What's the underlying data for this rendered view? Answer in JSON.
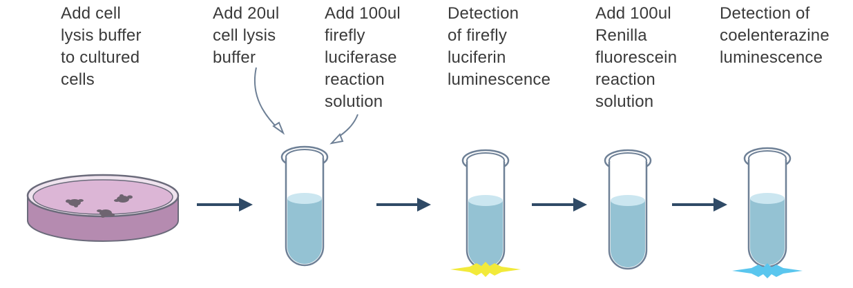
{
  "steps": [
    {
      "id": "lysis",
      "text": "Add cell\nlysis buffer\nto cultured\ncells"
    },
    {
      "id": "buffer20",
      "text": "Add 20ul\ncell lysis\nbuffer"
    },
    {
      "id": "firefly-solution",
      "text": "Add 100ul\nfirefly\nluciferase\nreaction\nsolution"
    },
    {
      "id": "firefly-detect",
      "text": "Detection\nof firefly\nluciferin\nluminescence"
    },
    {
      "id": "renilla-solution",
      "text": "Add 100ul\nRenilla\nfluorescein\nreaction\nsolution"
    },
    {
      "id": "coel-detect",
      "text": "Detection of\ncoelenterazine\nluminescence"
    }
  ],
  "colors": {
    "text": "#3a3a3a",
    "arrow": "#2f4a66",
    "dish_outline": "#6a6a7a",
    "dish_body": "#b58bb0",
    "dish_medium": "#dcb6d6",
    "tube_outline": "#6e8096",
    "liquid": "#94c2d3",
    "liquid_top": "#cbe6f0",
    "firefly_glow": "#f2ea3a",
    "renilla_glow": "#5ac6ee",
    "cells": "#6e6470"
  }
}
